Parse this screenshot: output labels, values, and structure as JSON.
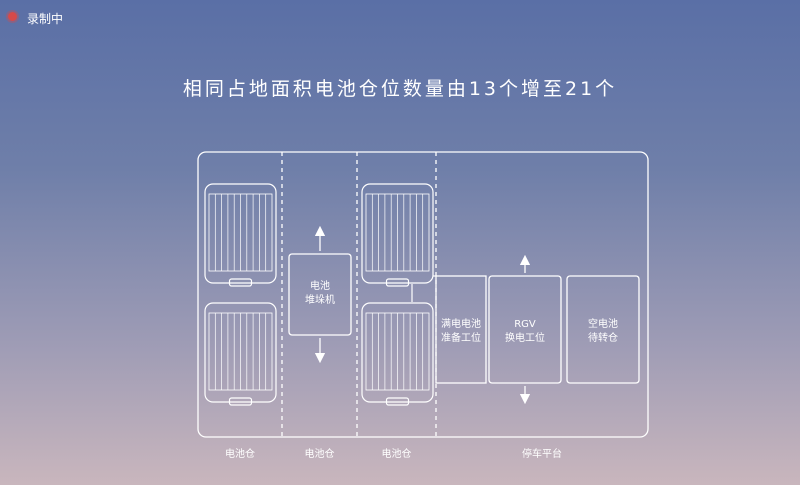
{
  "recording": {
    "label": "录制中",
    "dot_color": "#d64a4a"
  },
  "slide": {
    "title": "相同占地面积电池仓位数量由13个增至21个",
    "stacker_label": "电池\n堆垛机",
    "stations": {
      "ready": "满电电池\n准备工位",
      "rgv": "RGV\n换电工位",
      "empty": "空电池\n待转仓"
    },
    "bottom_labels": {
      "warehouse_left": "电池仓",
      "warehouse_mid": "电池仓",
      "warehouse_right": "电池仓",
      "parking": "停车平台"
    }
  },
  "colors": {
    "line": "#ffffff",
    "background_top": "#5a6fa6",
    "background_bottom": "#c9b6bd"
  }
}
